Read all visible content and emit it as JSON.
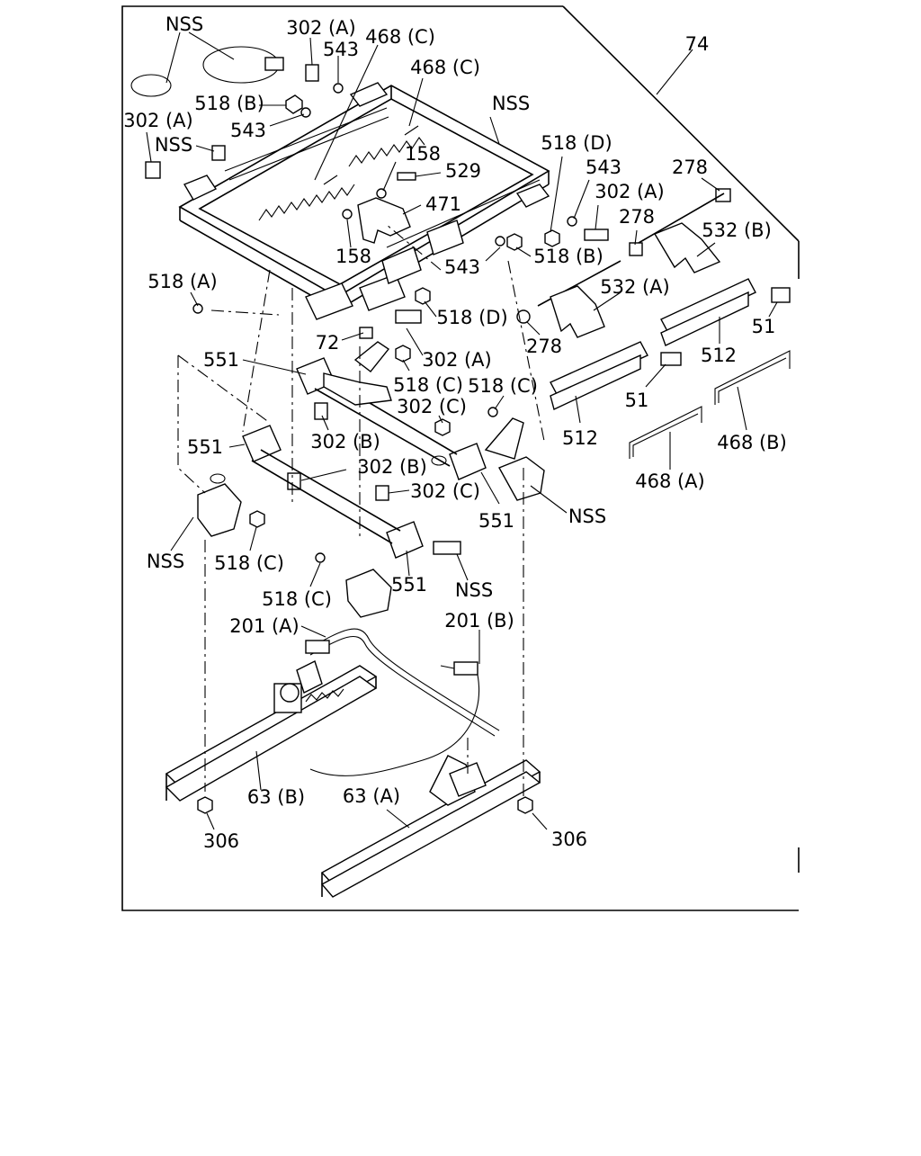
{
  "figure": {
    "labels": [
      "NSS",
      "302 (A)",
      "543",
      "468 (C)",
      "468 (C)",
      "74",
      "518 (B)",
      "543",
      "302 (A)",
      "NSS",
      "NSS",
      "158",
      "529",
      "471",
      "158",
      "518 (D)",
      "543",
      "302 (A)",
      "278",
      "278",
      "532 (B)",
      "543",
      "518 (B)",
      "532 (A)",
      "278",
      "518 (A)",
      "518 (D)",
      "72",
      "302 (A)",
      "51",
      "512",
      "51",
      "512",
      "551",
      "518 (C)",
      "518 (C)",
      "302 (C)",
      "551",
      "302 (B)",
      "302 (B)",
      "302 (C)",
      "468 (B)",
      "468 (A)",
      "551",
      "NSS",
      "NSS",
      "518 (C)",
      "518 (C)",
      "551",
      "NSS",
      "201 (A)",
      "201 (B)",
      "63 (B)",
      "63 (A)",
      "306",
      "306"
    ]
  }
}
